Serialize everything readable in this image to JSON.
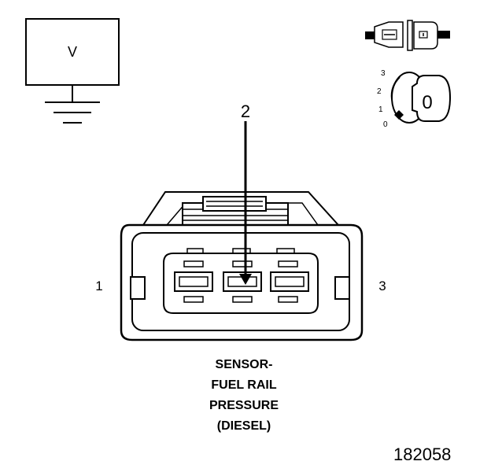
{
  "meter": {
    "label": "V"
  },
  "key_switch": {
    "positions": [
      "3",
      "2",
      "1",
      "0"
    ],
    "key_label": "0"
  },
  "connector": {
    "pins": [
      "1",
      "2",
      "3"
    ]
  },
  "caption": {
    "lines": [
      "SENSOR-",
      "FUEL RAIL",
      "PRESSURE",
      "(DIESEL)"
    ]
  },
  "figure_number": "182058"
}
